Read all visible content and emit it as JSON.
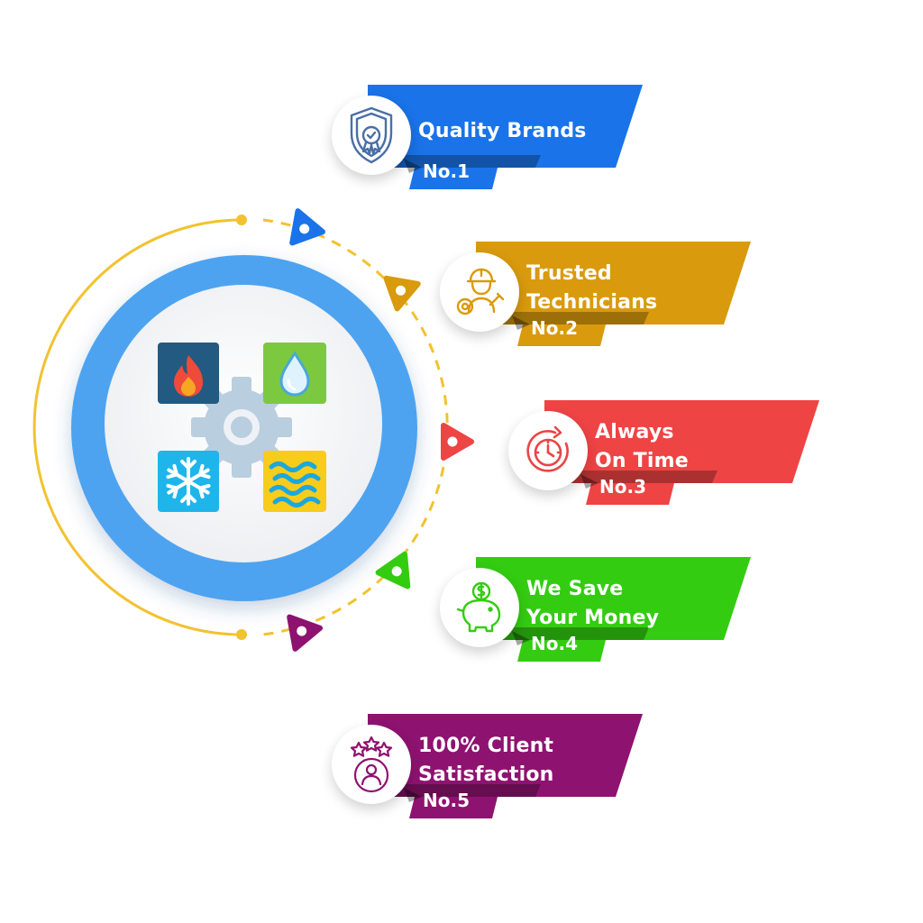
{
  "hub": {
    "ring_color": "#4da3f0",
    "icons": [
      "fire-icon",
      "water-drop-icon",
      "snowflake-icon",
      "waves-icon",
      "gear-icon"
    ]
  },
  "features": [
    {
      "lines": [
        "Quality Brands"
      ],
      "number": "No.1",
      "color": "#1a73e8",
      "icon": "shield-badge-icon"
    },
    {
      "lines": [
        "Trusted",
        "Technicians"
      ],
      "number": "No.2",
      "color": "#d99a0d",
      "icon": "technician-icon"
    },
    {
      "lines": [
        "Always",
        "On Time"
      ],
      "number": "No.3",
      "color": "#ee4444",
      "icon": "clock-icon"
    },
    {
      "lines": [
        "We Save",
        "Your Money"
      ],
      "number": "No.4",
      "color": "#33cc11",
      "icon": "piggy-bank-icon"
    },
    {
      "lines": [
        "100% Client",
        "Satisfaction"
      ],
      "number": "No.5",
      "color": "#8e1270",
      "icon": "client-stars-icon"
    }
  ]
}
